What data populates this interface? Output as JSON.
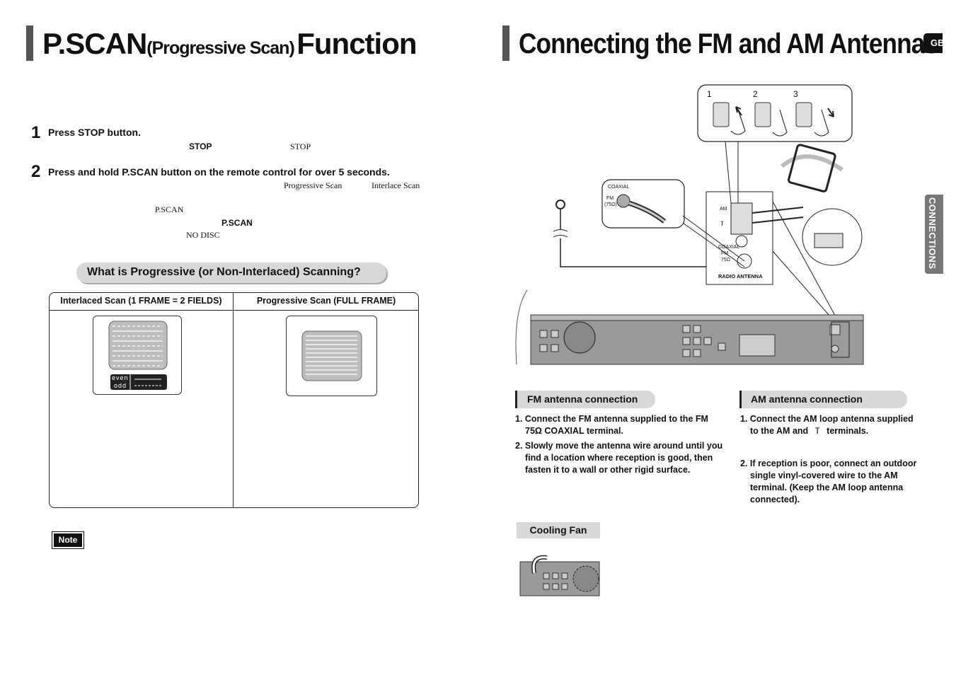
{
  "left_page": {
    "title_main": "P.SCAN",
    "title_paren": "(Progressive Scan)",
    "title_end": "Function",
    "steps": [
      {
        "num": "1",
        "text": "Press STOP button."
      },
      {
        "num": "2",
        "text": "Press and hold P.SCAN button on the remote control for over 5 seconds."
      }
    ],
    "fragments": {
      "stop_bold": "STOP",
      "stop_serif": "STOP",
      "progressive_scan": "Progressive Scan",
      "interlace_scan": "Interlace Scan",
      "pscan_serif": "P.SCAN",
      "pscan_bold": "P.SCAN",
      "no_disc": "NO DISC"
    },
    "section_heading": "What is Progressive (or Non-Interlaced) Scanning?",
    "table": {
      "col1": "Interlaced Scan (1 FRAME = 2 FIELDS)",
      "col2": "Progressive Scan (FULL FRAME)",
      "even_label": "even",
      "odd_label": "odd"
    },
    "note_label": "Note"
  },
  "right_page": {
    "title": "Connecting the FM and AM Antennas",
    "lang_tab": "GB",
    "side_tab": "CONNECTIONS",
    "diagram": {
      "steps": [
        "1",
        "2",
        "3"
      ],
      "coaxial": "COAXIAL",
      "fm": "FM",
      "fm_ohm": "(75Ω)",
      "am": "AM",
      "coaxial_fm": "COAXIAL",
      "fm2": "FM",
      "ohm2": "75Ω",
      "radio_antenna": "RADIO ANTENNA"
    },
    "fm_heading": "FM antenna connection",
    "fm_items": [
      "1. Connect the FM antenna supplied to the FM 75Ω COAXIAL terminal.",
      "2. Slowly move the antenna wire around until you find a location where reception is good, then fasten it to a wall or other rigid surface."
    ],
    "am_heading": "AM antenna connection",
    "am_item1_a": "1. Connect the AM loop antenna supplied",
    "am_item1_b": "to the AM and",
    "am_item1_c": "terminals.",
    "am_item2": "2. If reception is poor, connect an outdoor single vinyl-covered wire to the AM terminal. (Keep the AM loop antenna connected).",
    "cooling_fan": "Cooling Fan"
  },
  "colors": {
    "title_bar": "#555555",
    "pill_bg": "#d8d8d8",
    "side_tab": "#777777",
    "device": "#9a9a9a"
  }
}
